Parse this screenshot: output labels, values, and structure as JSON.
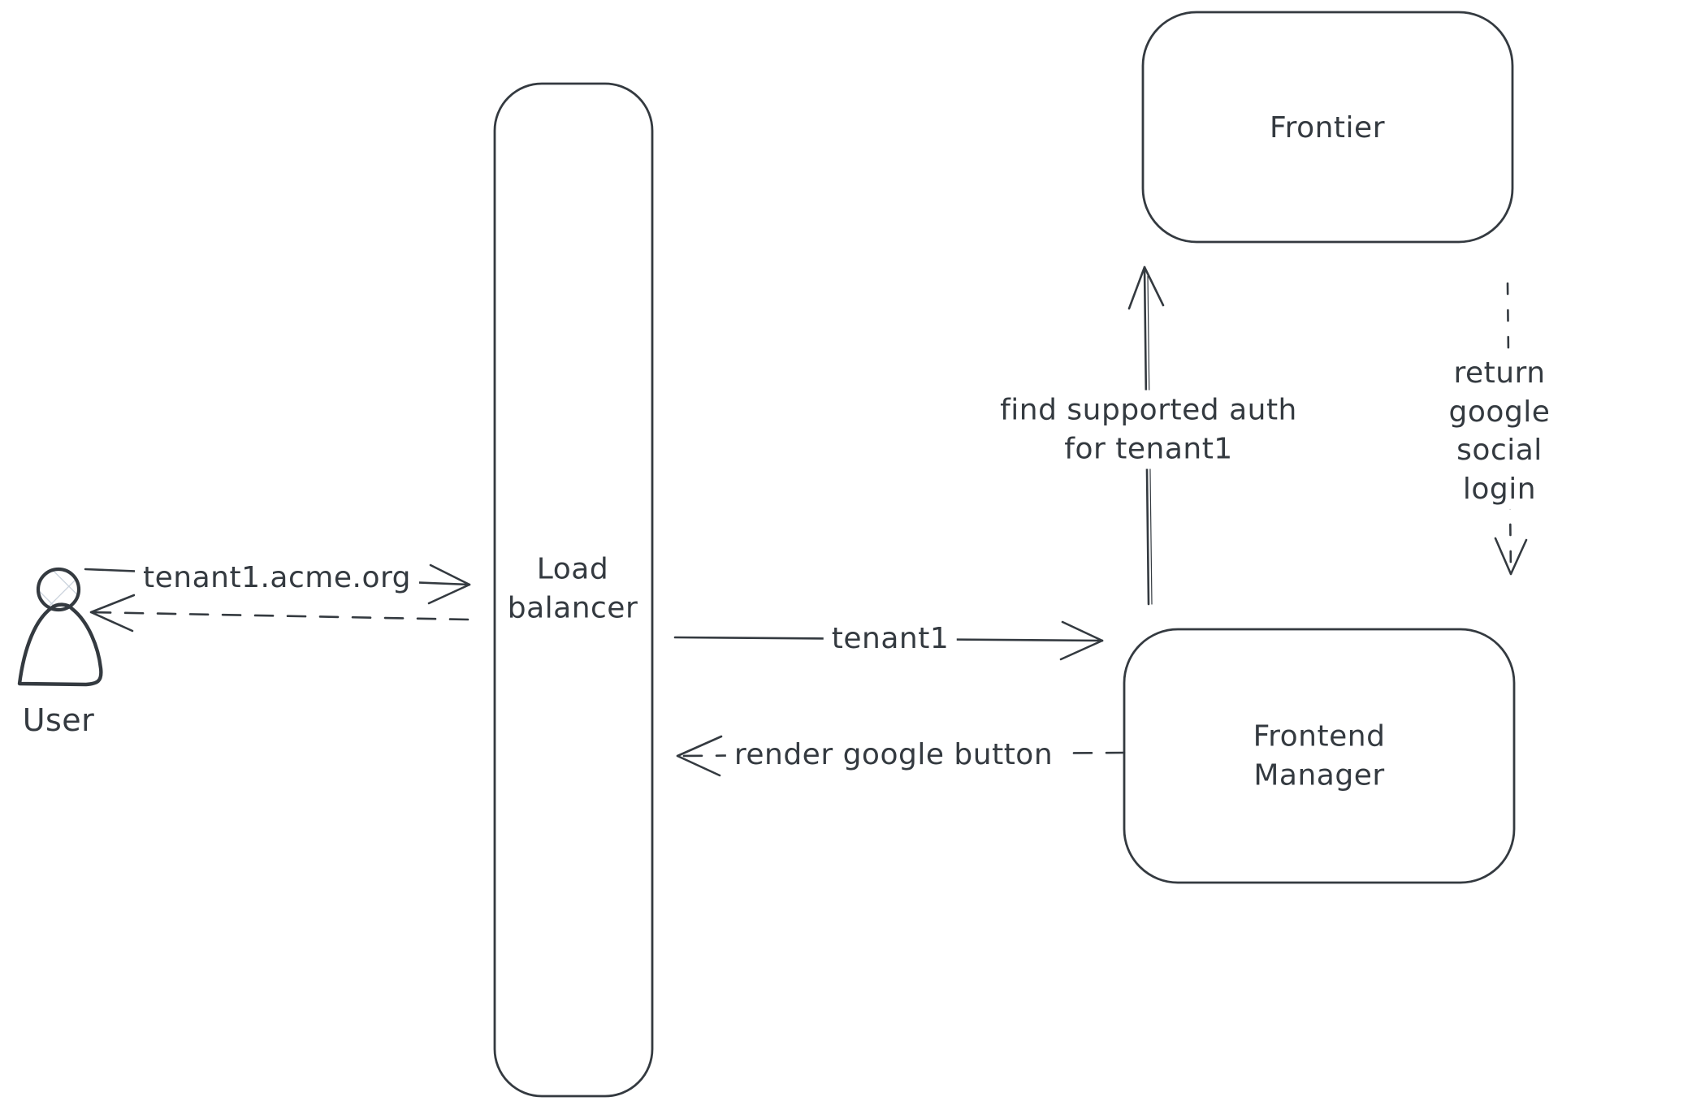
{
  "diagram": {
    "actors": {
      "user": {
        "label": "User"
      }
    },
    "nodes": {
      "frontier": {
        "label": "Frontier"
      },
      "load_balancer": {
        "label": "Load\nbalancer"
      },
      "frontend_manager": {
        "label": "Frontend\nManager"
      }
    },
    "edges": {
      "user_to_lb": {
        "label": "tenant1.acme.org",
        "style": "solid",
        "direction": "right"
      },
      "lb_to_user": {
        "style": "dashed",
        "direction": "left"
      },
      "lb_to_fm": {
        "label": "tenant1",
        "style": "solid",
        "direction": "right"
      },
      "fm_to_lb": {
        "label": "render google button",
        "style": "dashed",
        "direction": "left"
      },
      "fm_to_frontier": {
        "label": "find supported auth\nfor tenant1",
        "style": "solid",
        "direction": "up"
      },
      "frontier_to_fm": {
        "label": "return google social\nlogin",
        "style": "dashed",
        "direction": "down"
      }
    },
    "colors": {
      "stroke": "#343a40",
      "hatch_fill": "#c7d0da",
      "background": "#ffffff"
    }
  }
}
